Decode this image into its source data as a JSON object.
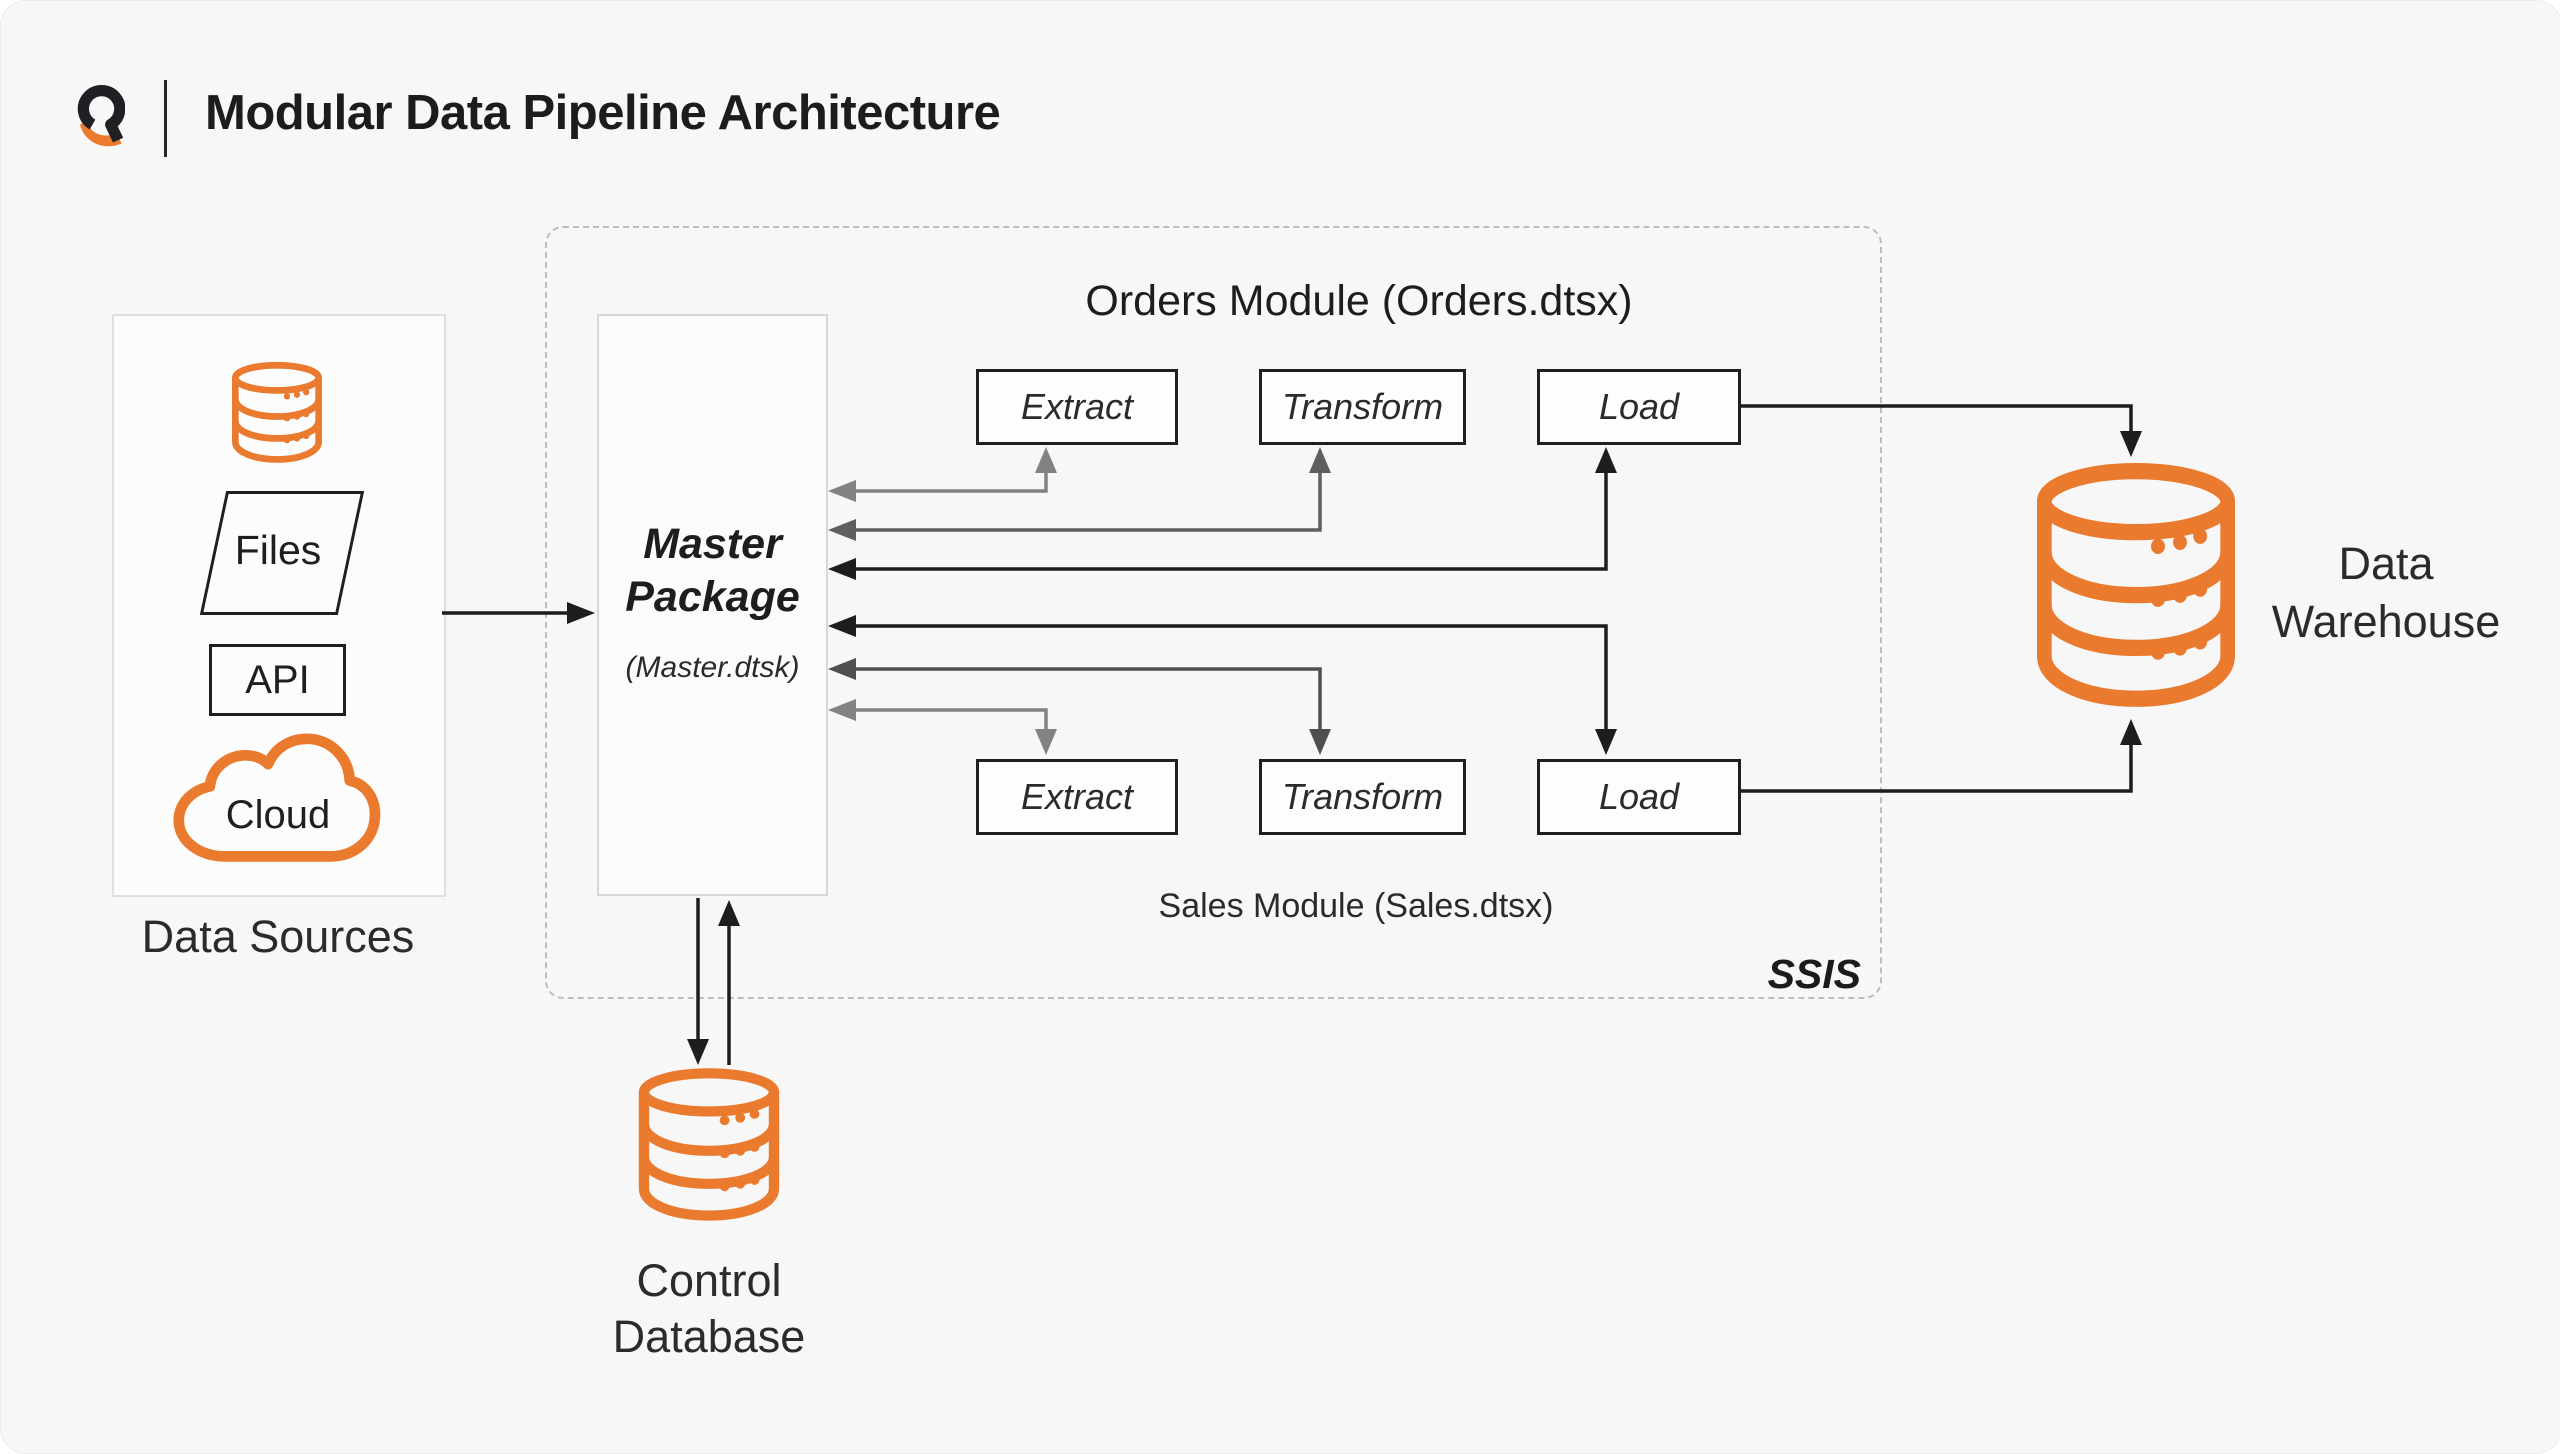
{
  "header": {
    "title": "Modular Data Pipeline Architecture"
  },
  "data_sources": {
    "label": "Data Sources",
    "files_label": "Files",
    "api_label": "API",
    "cloud_label": "Cloud"
  },
  "ssis": {
    "label": "SSIS"
  },
  "master_package": {
    "line1": "Master",
    "line2": "Package",
    "file": "(Master.dtsk)"
  },
  "orders_module": {
    "title": "Orders Module (Orders.dtsx)",
    "steps": [
      "Extract",
      "Transform",
      "Load"
    ]
  },
  "sales_module": {
    "title": "Sales Module (Sales.dtsx)",
    "steps": [
      "Extract",
      "Transform",
      "Load"
    ]
  },
  "data_warehouse": {
    "line1": "Data",
    "line2": "Warehouse"
  },
  "control_database": {
    "line1": "Control",
    "line2": "Database"
  },
  "colors": {
    "accent_orange": "#EA7A2E",
    "ink": "#1F1F1F",
    "connector_gray": "#828282",
    "connector_dark_gray": "#5A5A5A",
    "connector_black": "#1D1D1D",
    "background": "#F7F7F8",
    "container_border": "#DFDFDF",
    "dashed_border": "#BDBDBD"
  }
}
